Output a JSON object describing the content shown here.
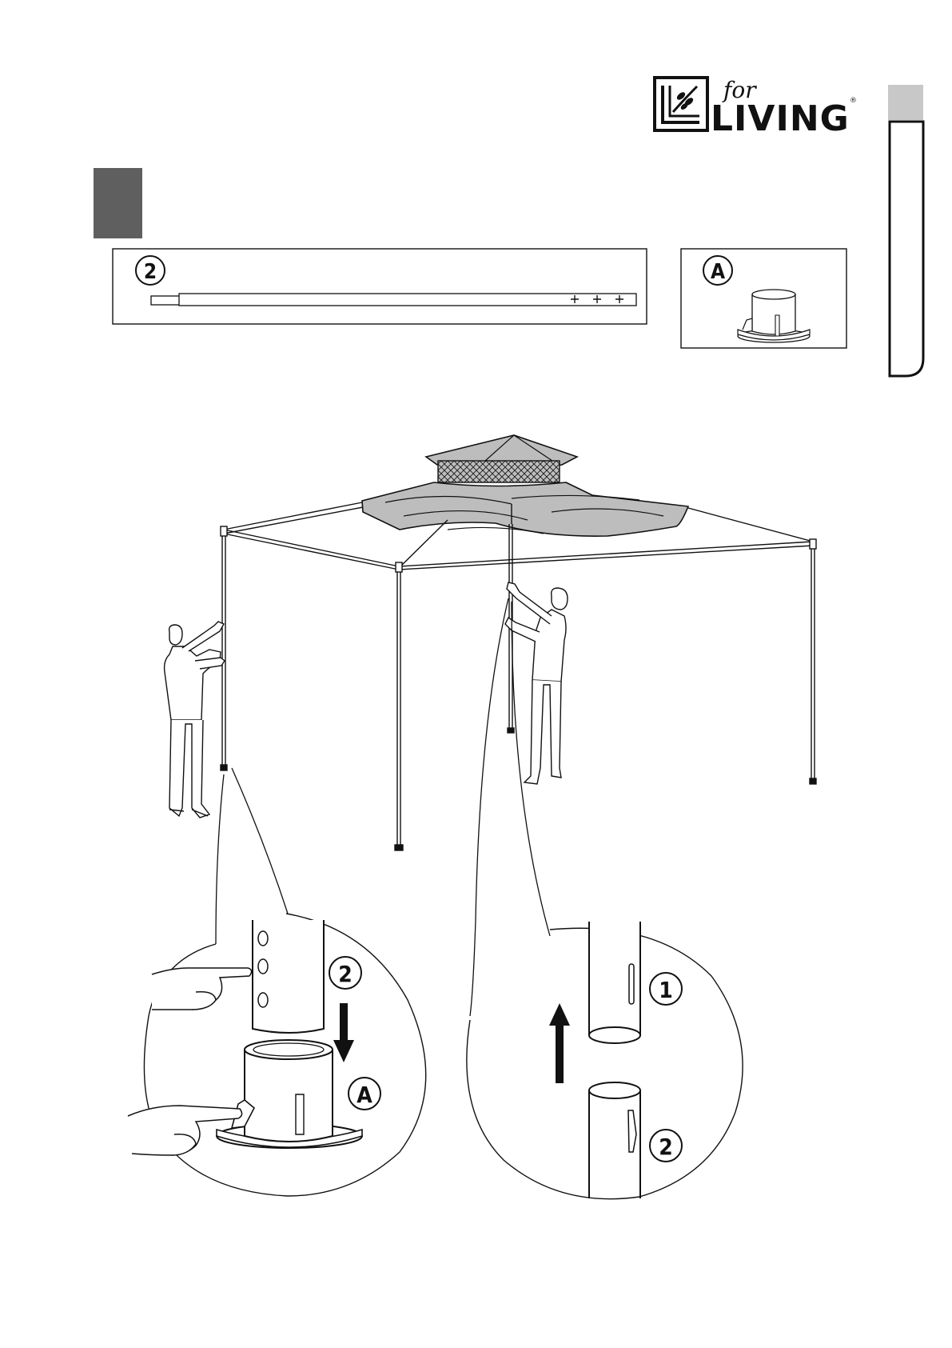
{
  "header": {
    "logo_for": "for",
    "logo_living": "LIVING",
    "logo_mark": "®"
  },
  "parts": [
    {
      "id": "2",
      "label": "2"
    },
    {
      "id": "A",
      "label": "A"
    }
  ],
  "details": {
    "left": {
      "pole_label": "2",
      "base_label": "A"
    },
    "right": {
      "upper_label": "1",
      "lower_label": "2"
    }
  },
  "colors": {
    "step_block": "#5f5f5f",
    "side_tab": "#c8c8c8",
    "canopy": "#bdbdbd",
    "line": "#111111"
  },
  "icons": [
    "arrow-down-icon",
    "arrow-up-icon",
    "hand-icon"
  ]
}
